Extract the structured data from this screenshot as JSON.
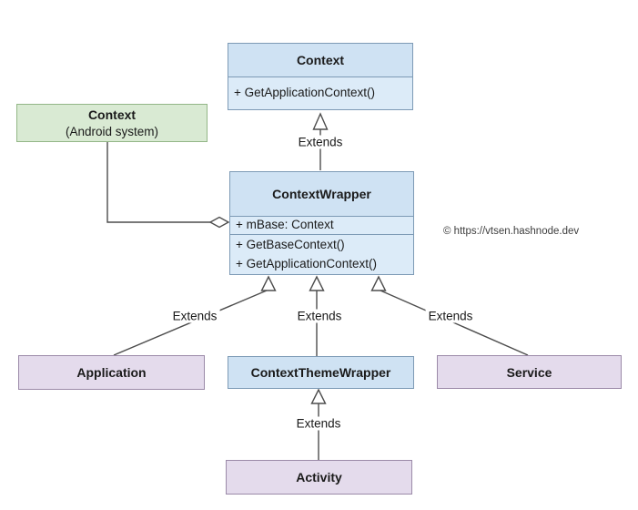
{
  "diagram": {
    "watermark": "© https://vtsen.hashnode.dev",
    "nodes": {
      "context": {
        "title": "Context",
        "method1": "+ GetApplicationContext()"
      },
      "context_android": {
        "title": "Context",
        "subtitle": "(Android system)"
      },
      "context_wrapper": {
        "title": "ContextWrapper",
        "field1": "+ mBase: Context",
        "method1": "+ GetBaseContext()",
        "method2": "+ GetApplicationContext()"
      },
      "application": {
        "title": "Application"
      },
      "context_theme_wrapper": {
        "title": "ContextThemeWrapper"
      },
      "service": {
        "title": "Service"
      },
      "activity": {
        "title": "Activity"
      }
    },
    "edges": {
      "wrapper_extends_context": {
        "label": "Extends",
        "type": "generalization"
      },
      "application_extends_wrapper": {
        "label": "Extends",
        "type": "generalization"
      },
      "theme_wrapper_extends_wrapper": {
        "label": "Extends",
        "type": "generalization"
      },
      "service_extends_wrapper": {
        "label": "Extends",
        "type": "generalization"
      },
      "activity_extends_theme_wrapper": {
        "label": "Extends",
        "type": "generalization"
      },
      "android_context_aggregates_wrapper": {
        "label": "",
        "type": "aggregation"
      }
    },
    "colors": {
      "blue_header": "#cfe2f3",
      "blue_body": "#dcebf8",
      "blue_border": "#7d9ab5",
      "green_fill": "#d9ead3",
      "green_border": "#93b787",
      "purple_fill": "#e4dbec",
      "purple_border": "#9b8aa8",
      "line": "#4d4d4d",
      "text": "#1a1a1a",
      "watermark": "#3d3d3d",
      "background": "#ffffff"
    }
  }
}
